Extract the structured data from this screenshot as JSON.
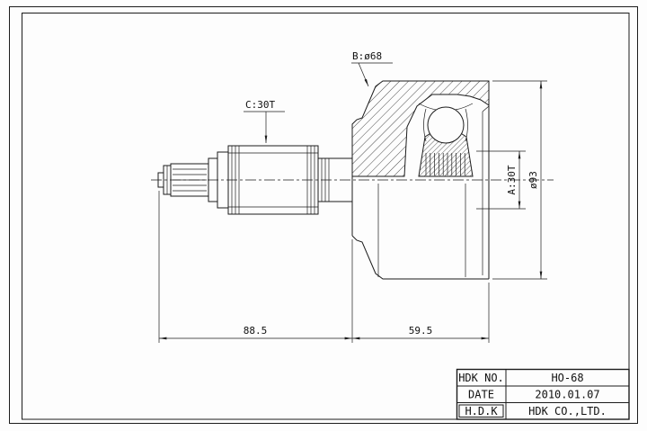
{
  "drawing": {
    "labels": {
      "leader_b": "B:ø68",
      "leader_c": "C:30T",
      "dim_a": "A:30T",
      "dim_diameter": "ø93",
      "dim_length_left": "88.5",
      "dim_length_right": "59.5"
    },
    "title_block": {
      "rows": [
        {
          "label": "HDK NO.",
          "value": "HO-68"
        },
        {
          "label": "DATE",
          "value": "2010.01.07"
        },
        {
          "label": "H.D.K",
          "value": "HDK CO.,LTD."
        }
      ]
    },
    "colors": {
      "line": "#1c1c1c",
      "paper": "#fdfdfd"
    }
  }
}
